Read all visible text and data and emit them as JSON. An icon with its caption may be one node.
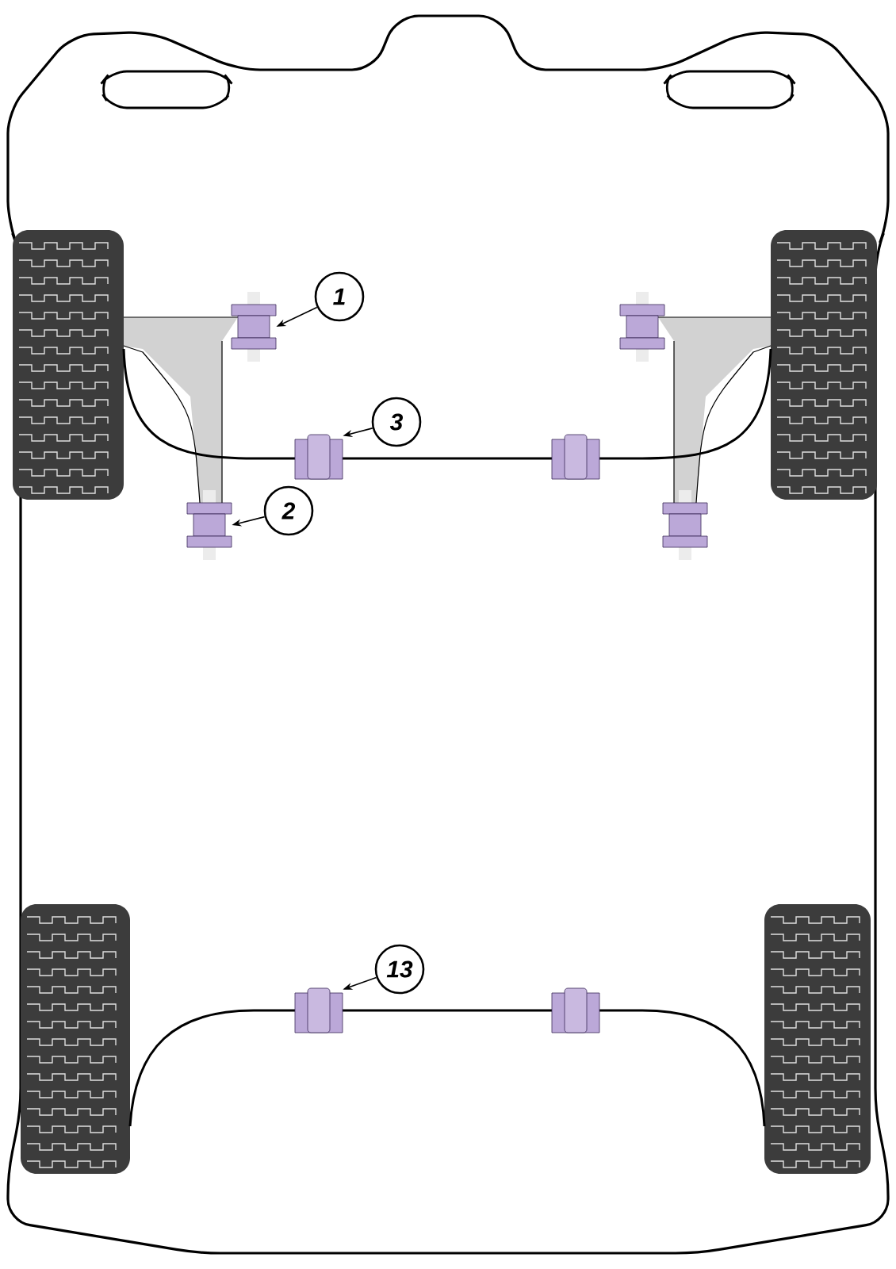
{
  "diagram": {
    "nodes": [
      {
        "text": [
          "1"
        ]
      },
      {
        "text": [
          "2"
        ]
      },
      {
        "text": [
          "3"
        ]
      },
      {
        "text": [
          "13"
        ]
      },
      {
        "text": [],
        "shape": "bar"
      },
      {
        "text": [],
        "shape": "bar"
      },
      {
        "text": [],
        "shape": "bar"
      },
      {
        "text": [],
        "shape": "bar"
      }
    ],
    "edges": [
      {
        "from": 0,
        "to": 4,
        "arrow": "to"
      },
      {
        "from": 1,
        "to": 5,
        "arrow": "to"
      },
      {
        "from": 2,
        "to": 6,
        "arrow": "to"
      },
      {
        "from": 3,
        "to": 7,
        "arrow": "to"
      }
    ]
  }
}
